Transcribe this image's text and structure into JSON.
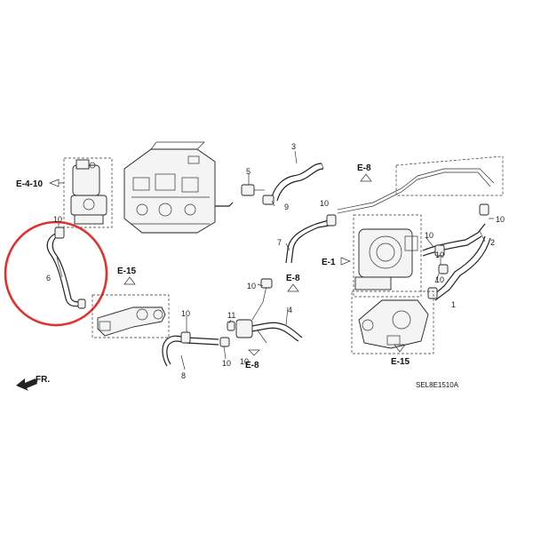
{
  "diagram": {
    "part_numbers": {
      "p1": "1",
      "p2": "2",
      "p3": "3",
      "p4": "4",
      "p5": "5",
      "p6": "6",
      "p7": "7",
      "p8": "8",
      "p9": "9",
      "p10a": "10",
      "p10b": "10",
      "p10c": "10",
      "p10d": "10",
      "p10e": "10",
      "p10f": "10",
      "p10g": "10",
      "p10h": "10",
      "p10i": "10",
      "p10j": "10",
      "p11": "11"
    },
    "references": {
      "e410": "E-4-10",
      "e15_left": "E-15",
      "e8_top": "E-8",
      "e8_mid": "E-8",
      "e8_bottom": "E-8",
      "e1": "E-1",
      "e15_right": "E-15"
    },
    "front_marker": "FR.",
    "code": "SEL8E1510A",
    "highlight_color": "#e4312b"
  }
}
